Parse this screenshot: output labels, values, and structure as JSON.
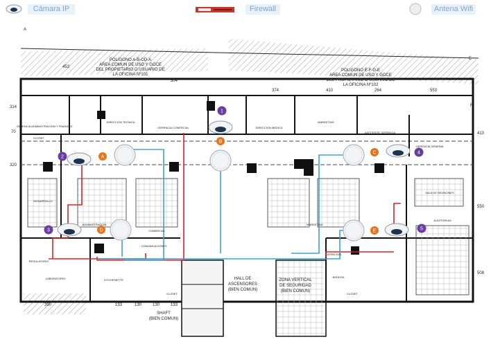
{
  "legend": {
    "camera_label": "Cámara IP",
    "firewall_label": "Firewall",
    "antenna_label": "Antena Wifi"
  },
  "plan": {
    "polygon_aod": "POLIGONO A-B-OD-A",
    "polygon_aod_l2": "AREA COMUN DE USO Y GOCE",
    "polygon_aod_l3": "DEL PROPIETARIO O USUARIO DE",
    "polygon_aod_l4": "LA OFICINA Nº101",
    "polygon_efe": "POLIGONO E-F-G-E",
    "polygon_efe_l2": "AREA COMUN DE USO Y GOCE",
    "polygon_efe_l3": "DEL PROPIETARIO O USUARIO DE",
    "polygon_efe_l4": "LA OFICINA Nº102",
    "rooms": {
      "gerencia_admin": "GERENCIA ADMINISTRACION Y FINANZAS",
      "direccion_tecnica": "DIRECCION TECNICA",
      "gerencia_comercial": "GERENCIA COMERCIAL",
      "direccion_medica": "DIRECCION MEDICA",
      "marketing_top": "MARKETING",
      "asistente_gerencia": "ASISTENTE GERENCIA",
      "gerencia_general": "GERENCIA GENERAL",
      "closet_left": "CLOSET",
      "desarrollo": "DESARROLLO",
      "administracion": "ADMINISTRACION",
      "comercial": "COMERCIAL",
      "marketing": "MARKETING",
      "sala_reuniones": "SALA DE REUNIONES",
      "auditorium": "AUDITORIUM",
      "regulatorio": "REGULATORIO",
      "laboratorio": "LABORATORIO",
      "kitchenette": "KITCHENETTE",
      "closet_mid": "CLOSET",
      "comunicaciones": "COMUNICACIONES",
      "hall_line1": "HALL DE",
      "hall_line2": "ASCENSORES",
      "hall_line3": "(BIEN COMUN)",
      "zona_line1": "ZONA VERTICAL",
      "zona_line2": "DE SEGURIDAD",
      "zona_line3": "(BIEN COMUN)",
      "shaft_line1": "SHAFT",
      "shaft_line2": "(BIEN COMUN)",
      "atencion": "ATENCION",
      "bodega": "BODEGA",
      "closet_right": "CLOSET"
    },
    "dims": {
      "d453": "453",
      "d304": "304",
      "d374": "374",
      "d410": "410",
      "d264": "264",
      "d553": "553",
      "d314": "314",
      "d70": "70",
      "d320": "320",
      "d413": "413",
      "d550": "550",
      "d508": "508",
      "d390": "390",
      "d133": "133",
      "d130a": "130",
      "d130b": "130",
      "d133b": "133"
    },
    "corner_a": "A",
    "corner_e": "E",
    "corner_f": "F",
    "antennas": [
      "A",
      "B",
      "C",
      "D",
      "E"
    ],
    "cameras": [
      "1",
      "2",
      "3",
      "4",
      "5"
    ]
  },
  "colors": {
    "wall": "#111111",
    "cable_red": "#e02020",
    "cable_blue": "#3aa0d8",
    "camera_badge": "#6b3fa0",
    "antenna_badge": "#e8731a",
    "legend_text": "#7fa8c8",
    "legend_bg": "#e8f0f8",
    "firewall": "#c0392b"
  }
}
